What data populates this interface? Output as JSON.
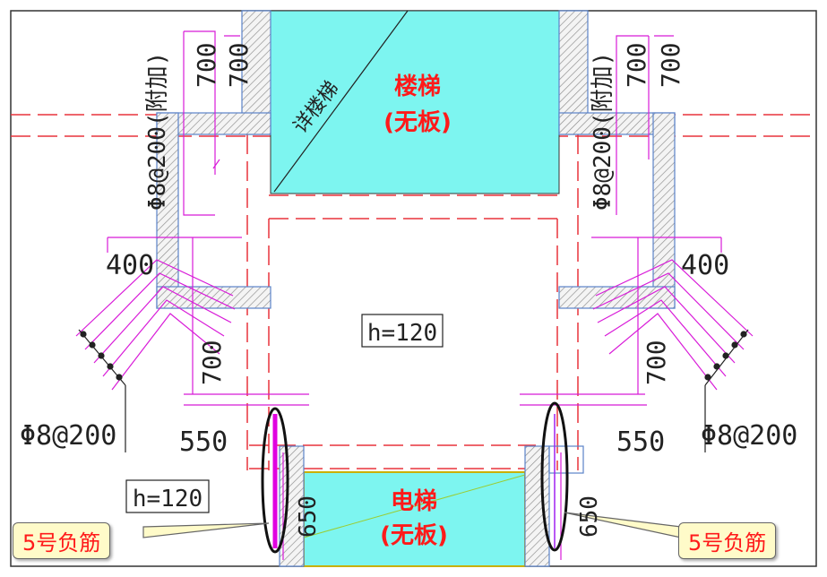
{
  "labels": {
    "stair": "楼梯",
    "stair_sub": "(无板)",
    "stair_note": "详楼梯",
    "elevator": "电梯",
    "elevator_sub": "(无板)"
  },
  "dimensions": {
    "top_left_1": "700",
    "top_left_2": "700",
    "top_right_1": "700",
    "top_right_2": "700",
    "left_400": "400",
    "right_400": "400",
    "left_700": "700",
    "right_700": "700",
    "left_550": "550",
    "right_550": "550",
    "left_650": "650",
    "right_650": "650"
  },
  "rebar": {
    "left_vertical": "Φ8@200(附加)",
    "right_vertical": "Φ8@200(附加)",
    "left_bottom": "Φ8@200",
    "right_bottom": "Φ8@200"
  },
  "slab": {
    "center_thickness": "h=120",
    "left_thickness": "h=120"
  },
  "callouts": {
    "left": "5号负筋",
    "right": "5号负筋"
  },
  "colors": {
    "wall_hatch": "#888888",
    "void_fill": "#7df5f0",
    "axis_line": "#e8333b",
    "rebar_line": "#d81bd8",
    "label_red": "#ff1a1a",
    "callout_bg": "#fffbc9"
  }
}
